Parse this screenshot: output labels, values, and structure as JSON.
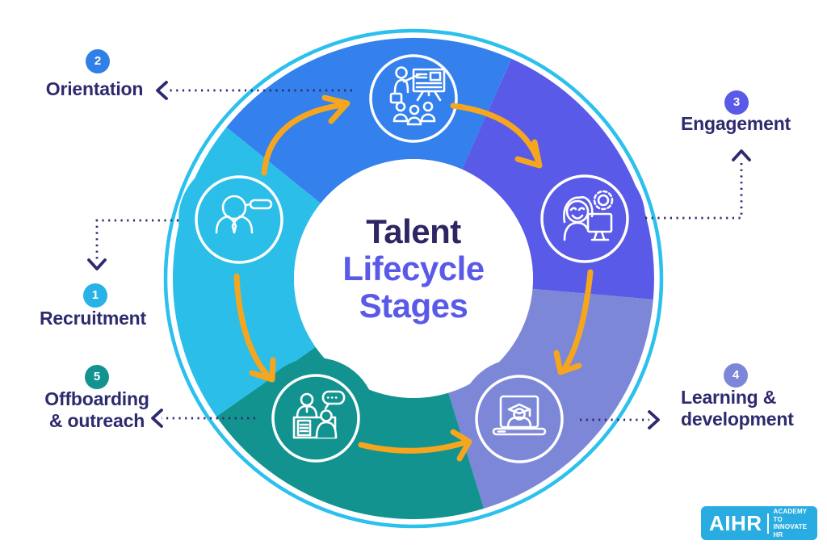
{
  "title": {
    "line1": "Talent",
    "line2": "Lifecycle",
    "line3": "Stages"
  },
  "stages": [
    {
      "number": "1",
      "lines": [
        "Recruitment"
      ],
      "color": "#29b2e5",
      "ring_color": "#2abee9",
      "icon": "magnifying-glass-person"
    },
    {
      "number": "2",
      "lines": [
        "Orientation"
      ],
      "color": "#3080e8",
      "ring_color": "#3480ec",
      "icon": "presenter-whiteboard-audience"
    },
    {
      "number": "3",
      "lines": [
        "Engagement"
      ],
      "color": "#5a5ae8",
      "ring_color": "#5a5ae8",
      "icon": "employee-computer-gear"
    },
    {
      "number": "4",
      "lines": [
        "Learning &",
        "development"
      ],
      "color": "#7d87d7",
      "ring_color": "#7d87d7",
      "icon": "graduate-on-laptop"
    },
    {
      "number": "5",
      "lines": [
        "Offboarding",
        "& outreach"
      ],
      "color": "#12938f",
      "ring_color": "#12938f",
      "icon": "exit-interview-desk"
    }
  ],
  "colors": {
    "arrow": "#f5a61e",
    "connector": "#2d2a6e",
    "outer_ring": "#2bc0ee",
    "title_dark": "#2d2663",
    "title_purple": "#5a5ae8",
    "label_text": "#2d2a6e",
    "icon_stroke": "#ffffff",
    "background": "#ffffff",
    "logo_bg": "#29ace1"
  },
  "logo": {
    "name": "AIHR",
    "tagline_line1": "ACADEMY TO",
    "tagline_line2": "INNOVATE HR"
  }
}
